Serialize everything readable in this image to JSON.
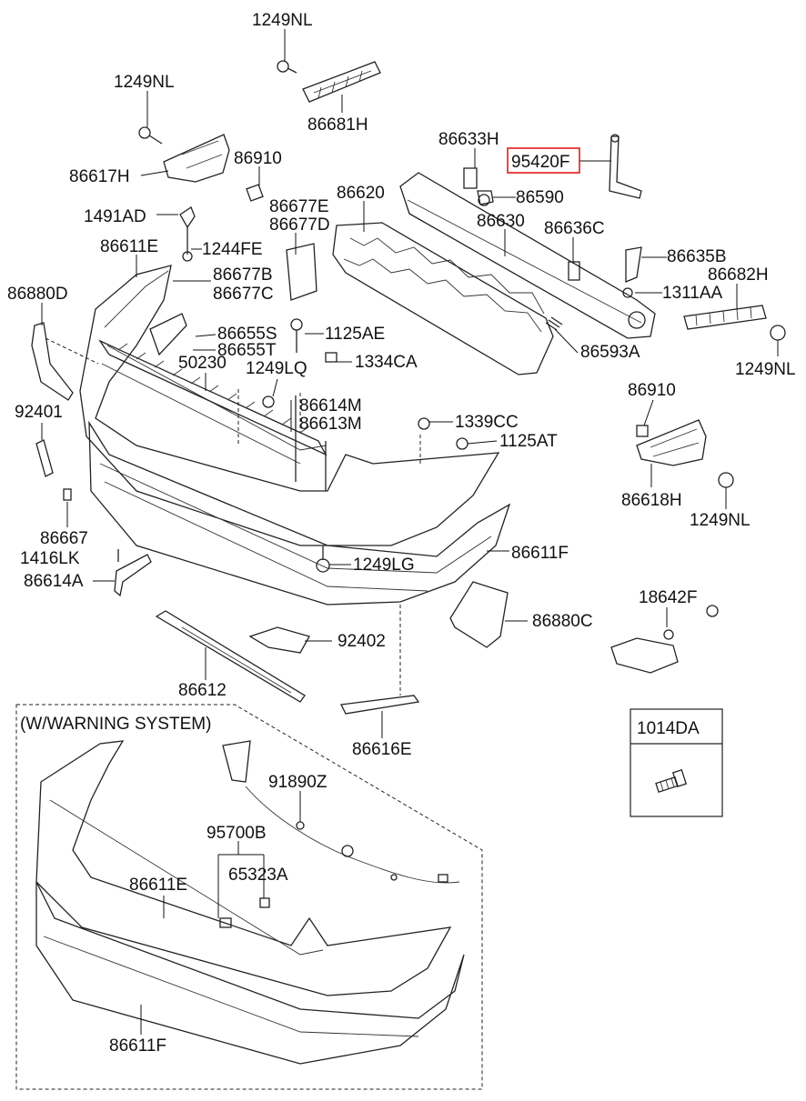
{
  "inset_title": "(W/WARNING SYSTEM)",
  "highlighted_part": "95420F",
  "legend_box": {
    "label": "1014DA"
  },
  "labels": [
    {
      "id": "p1249nl-top",
      "text": "1249NL"
    },
    {
      "id": "p86681h",
      "text": "86681H"
    },
    {
      "id": "p1249nl-left",
      "text": "1249NL"
    },
    {
      "id": "p86617h",
      "text": "86617H"
    },
    {
      "id": "p86910-top",
      "text": "86910"
    },
    {
      "id": "p86633h",
      "text": "86633H"
    },
    {
      "id": "p95420f",
      "text": "95420F"
    },
    {
      "id": "p86620",
      "text": "86620"
    },
    {
      "id": "p86590",
      "text": "86590"
    },
    {
      "id": "p86630",
      "text": "86630"
    },
    {
      "id": "p86677e",
      "text": "86677E"
    },
    {
      "id": "p86677d",
      "text": "86677D"
    },
    {
      "id": "p1491ad",
      "text": "1491AD"
    },
    {
      "id": "p86611e-top",
      "text": "86611E"
    },
    {
      "id": "p1244fe",
      "text": "1244FE"
    },
    {
      "id": "p86636c",
      "text": "86636C"
    },
    {
      "id": "p86635b",
      "text": "86635B"
    },
    {
      "id": "p86682h",
      "text": "86682H"
    },
    {
      "id": "p86880d",
      "text": "86880D"
    },
    {
      "id": "p86677b",
      "text": "86677B"
    },
    {
      "id": "p86677c",
      "text": "86677C"
    },
    {
      "id": "p1311aa",
      "text": "1311AA"
    },
    {
      "id": "p86655s",
      "text": "86655S"
    },
    {
      "id": "p1125ae",
      "text": "1125AE"
    },
    {
      "id": "p86655t",
      "text": "86655T"
    },
    {
      "id": "p86593a",
      "text": "86593A"
    },
    {
      "id": "p50230",
      "text": "50230"
    },
    {
      "id": "p1249lq",
      "text": "1249LQ"
    },
    {
      "id": "p1334ca",
      "text": "1334CA"
    },
    {
      "id": "p1249nl-right",
      "text": "1249NL"
    },
    {
      "id": "p86910-right",
      "text": "86910"
    },
    {
      "id": "p92401",
      "text": "92401"
    },
    {
      "id": "p86614m",
      "text": "86614M"
    },
    {
      "id": "p86613m",
      "text": "86613M"
    },
    {
      "id": "p1339cc",
      "text": "1339CC"
    },
    {
      "id": "p1125at",
      "text": "1125AT"
    },
    {
      "id": "p86618h",
      "text": "86618H"
    },
    {
      "id": "p1249nl-lower",
      "text": "1249NL"
    },
    {
      "id": "p86667",
      "text": "86667"
    },
    {
      "id": "p86611f-top",
      "text": "86611F"
    },
    {
      "id": "p1416lk",
      "text": "1416LK"
    },
    {
      "id": "p1249lg",
      "text": "1249LG"
    },
    {
      "id": "p86614a",
      "text": "86614A"
    },
    {
      "id": "p18642f",
      "text": "18642F"
    },
    {
      "id": "p86880c",
      "text": "86880C"
    },
    {
      "id": "p92402",
      "text": "92402"
    },
    {
      "id": "p86612",
      "text": "86612"
    },
    {
      "id": "p86616e",
      "text": "86616E"
    },
    {
      "id": "p91890z",
      "text": "91890Z"
    },
    {
      "id": "p95700b",
      "text": "95700B"
    },
    {
      "id": "p65323a",
      "text": "65323A"
    },
    {
      "id": "p86611e-inset",
      "text": "86611E"
    },
    {
      "id": "p86611f-inset",
      "text": "86611F"
    }
  ]
}
